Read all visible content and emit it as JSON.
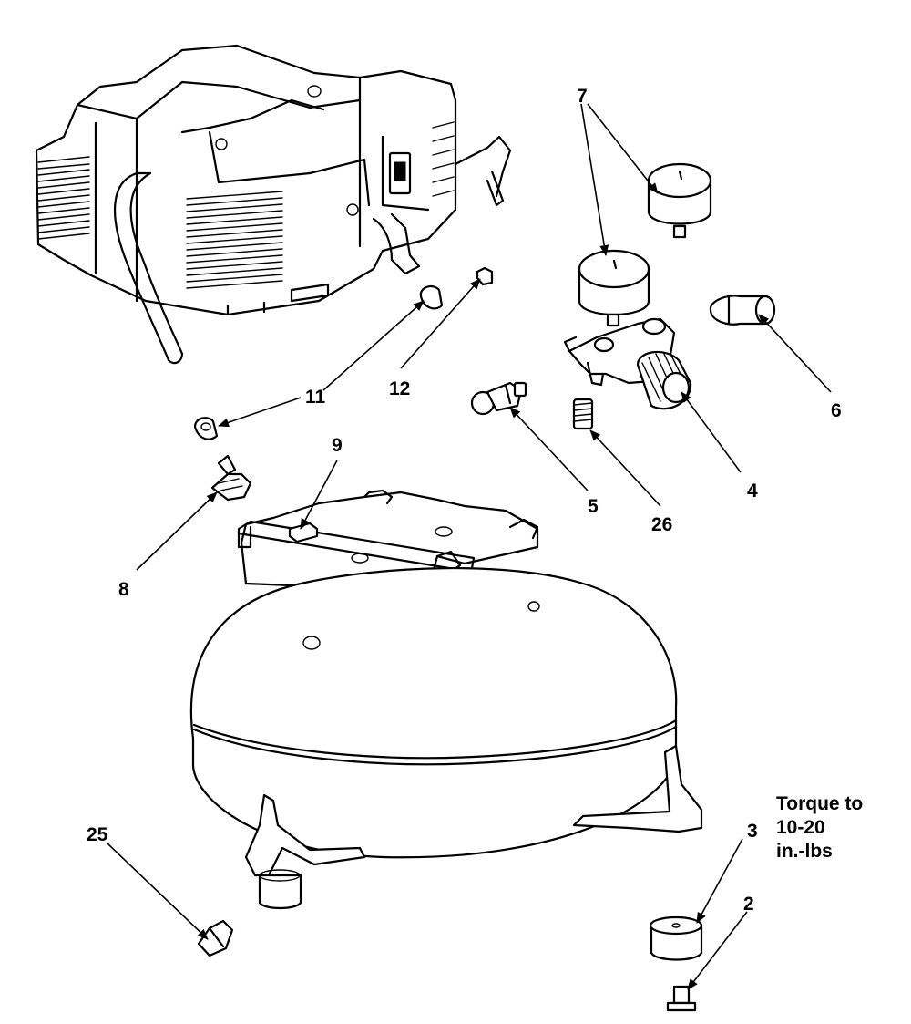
{
  "callouts": {
    "c7": "7",
    "c6": "6",
    "c4": "4",
    "c26": "26",
    "c5": "5",
    "c11": "11",
    "c12": "12",
    "c9": "9",
    "c8": "8",
    "c3": "3",
    "c2": "2",
    "c25": "25"
  },
  "torque_note": {
    "line1": "Torque to",
    "line2": "10-20",
    "line3": "in.-lbs"
  }
}
